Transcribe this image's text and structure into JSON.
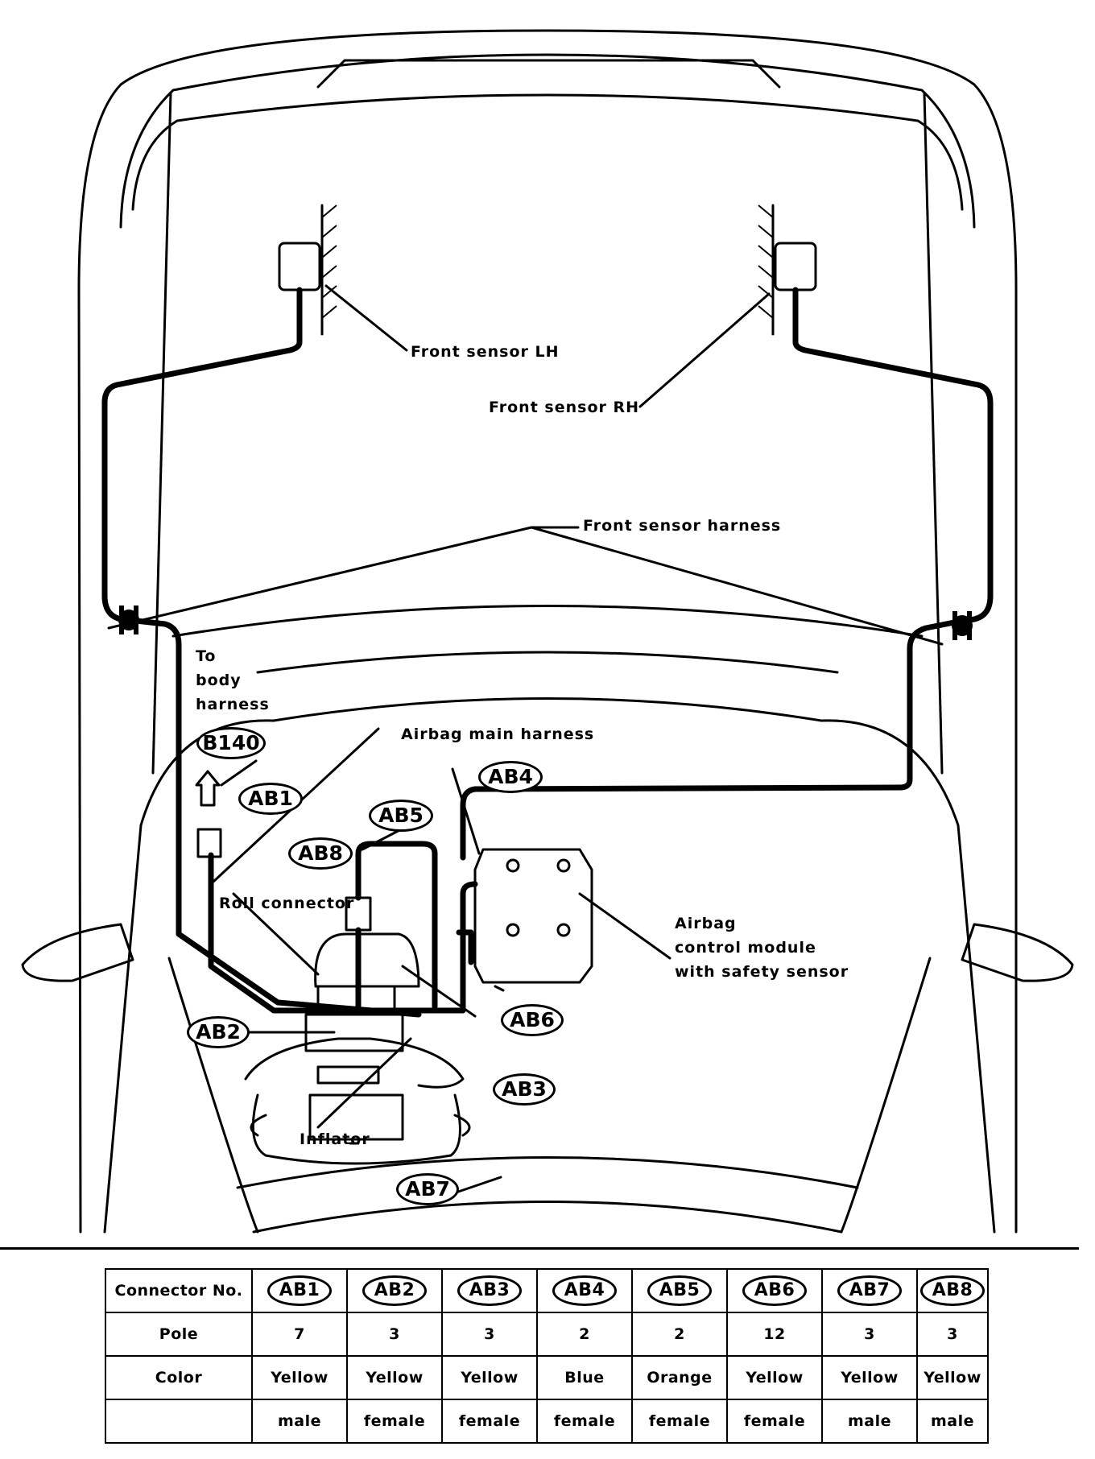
{
  "labels": {
    "front_sensor_lh": "Front sensor LH",
    "front_sensor_rh": "Front sensor RH",
    "front_sensor_harness": "Front sensor harness",
    "to_body_harness": "To\nbody\nharness",
    "airbag_main_harness": "Airbag main harness",
    "roll_connector": "Roll connector",
    "airbag_control_module": "Airbag\ncontrol module\nwith safety sensor",
    "inflator": "Inflator"
  },
  "callouts": {
    "b140": "B140",
    "ab1": "AB1",
    "ab2": "AB2",
    "ab3": "AB3",
    "ab4": "AB4",
    "ab5": "AB5",
    "ab6": "AB6",
    "ab7": "AB7",
    "ab8": "AB8"
  },
  "table": {
    "row_labels": {
      "connector": "Connector No.",
      "pole": "Pole",
      "color": "Color",
      "gender": ""
    },
    "connectors": [
      {
        "id": "AB1",
        "pole": "7",
        "color": "Yellow",
        "gender": "male"
      },
      {
        "id": "AB2",
        "pole": "3",
        "color": "Yellow",
        "gender": "female"
      },
      {
        "id": "AB3",
        "pole": "3",
        "color": "Yellow",
        "gender": "female"
      },
      {
        "id": "AB4",
        "pole": "2",
        "color": "Blue",
        "gender": "female"
      },
      {
        "id": "AB5",
        "pole": "2",
        "color": "Orange",
        "gender": "female"
      },
      {
        "id": "AB6",
        "pole": "12",
        "color": "Yellow",
        "gender": "female"
      },
      {
        "id": "AB7",
        "pole": "3",
        "color": "Yellow",
        "gender": "male"
      },
      {
        "id": "AB8",
        "pole": "3",
        "color": "Yellow",
        "gender": "male"
      }
    ]
  }
}
